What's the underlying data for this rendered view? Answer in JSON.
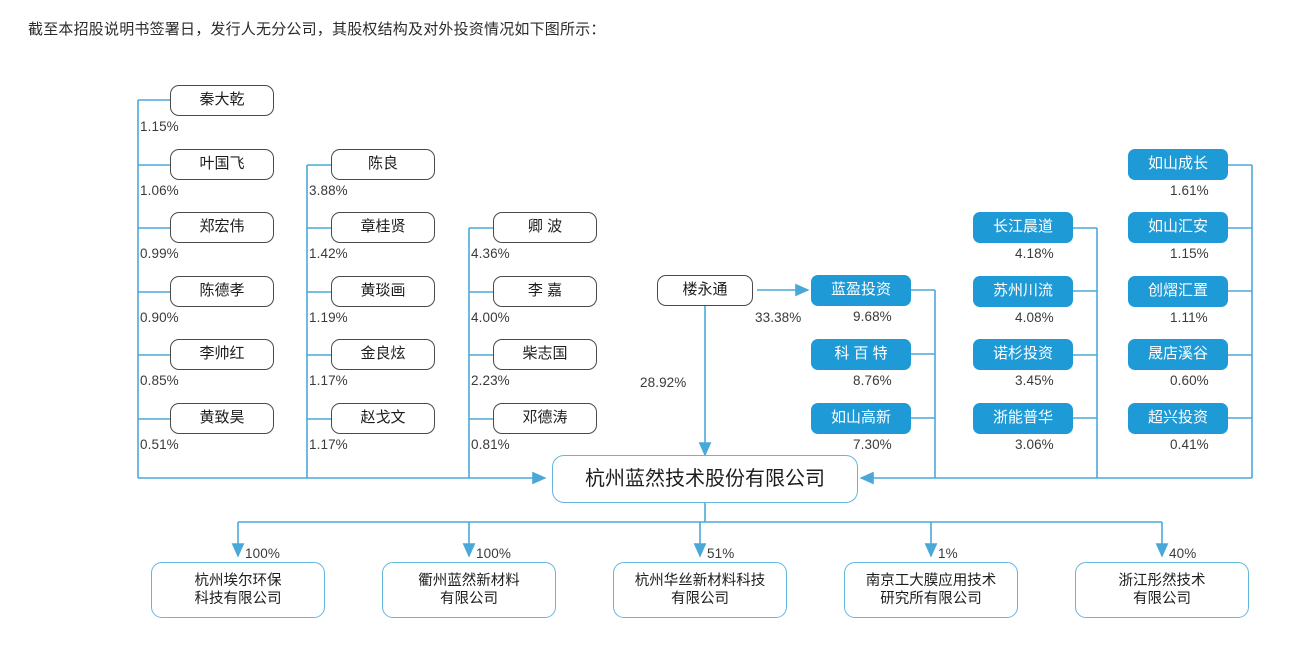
{
  "caption": "截至本招股说明书签署日，发行人无分公司，其股权结构及对外投资情况如下图所示：",
  "colors": {
    "institution_fill": "#1e9ad6",
    "wire": "#4aa8d8",
    "person_border": "#4a4a4a",
    "company_border": "#63b6dd"
  },
  "center": {
    "name": "杭州蓝然技术股份有限公司"
  },
  "holder": {
    "name": "楼永通",
    "direct_pct": "28.92%",
    "to_lanying_pct": "33.38%"
  },
  "columns": [
    {
      "id": "col-1",
      "type": "person",
      "items": [
        {
          "name": "秦大乾",
          "pct": "1.15%"
        },
        {
          "name": "叶国飞",
          "pct": "1.06%"
        },
        {
          "name": "郑宏伟",
          "pct": "0.99%"
        },
        {
          "name": "陈德孝",
          "pct": "0.90%"
        },
        {
          "name": "李帅红",
          "pct": "0.85%"
        },
        {
          "name": "黄致昊",
          "pct": "0.51%"
        }
      ]
    },
    {
      "id": "col-2",
      "type": "person",
      "items": [
        {
          "name": "陈良",
          "pct": "3.88%"
        },
        {
          "name": "章桂贤",
          "pct": "1.42%"
        },
        {
          "name": "黄琰画",
          "pct": "1.19%"
        },
        {
          "name": "金良炫",
          "pct": "1.17%"
        },
        {
          "name": "赵戈文",
          "pct": "1.17%"
        }
      ]
    },
    {
      "id": "col-3",
      "type": "person",
      "items": [
        {
          "name": "卿 波",
          "pct": "4.36%"
        },
        {
          "name": "李 嘉",
          "pct": "4.00%"
        },
        {
          "name": "柴志国",
          "pct": "2.23%"
        },
        {
          "name": "邓德涛",
          "pct": "0.81%"
        }
      ]
    },
    {
      "id": "col-4",
      "type": "institution",
      "items": [
        {
          "name": "蓝盈投资",
          "pct": "9.68%"
        },
        {
          "name": "科 百 特",
          "pct": "8.76%"
        },
        {
          "name": "如山高新",
          "pct": "7.30%"
        }
      ]
    },
    {
      "id": "col-5",
      "type": "institution",
      "items": [
        {
          "name": "长江晨道",
          "pct": "4.18%"
        },
        {
          "name": "苏州川流",
          "pct": "4.08%"
        },
        {
          "name": "诺杉投资",
          "pct": "3.45%"
        },
        {
          "name": "浙能普华",
          "pct": "3.06%"
        }
      ]
    },
    {
      "id": "col-6",
      "type": "institution",
      "items": [
        {
          "name": "如山成长",
          "pct": "1.61%"
        },
        {
          "name": "如山汇安",
          "pct": "1.15%"
        },
        {
          "name": "创熠汇置",
          "pct": "1.11%"
        },
        {
          "name": "晟店溪谷",
          "pct": "0.60%"
        },
        {
          "name": "超兴投资",
          "pct": "0.41%"
        }
      ]
    }
  ],
  "subsidiaries": [
    {
      "name": "杭州埃尔环保\n科技有限公司",
      "pct": "100%"
    },
    {
      "name": "衢州蓝然新材料\n有限公司",
      "pct": "100%"
    },
    {
      "name": "杭州华丝新材料科技\n有限公司",
      "pct": "51%"
    },
    {
      "name": "南京工大膜应用技术\n研究所有限公司",
      "pct": "1%"
    },
    {
      "name": "浙江彤然技术\n有限公司",
      "pct": "40%"
    }
  ]
}
